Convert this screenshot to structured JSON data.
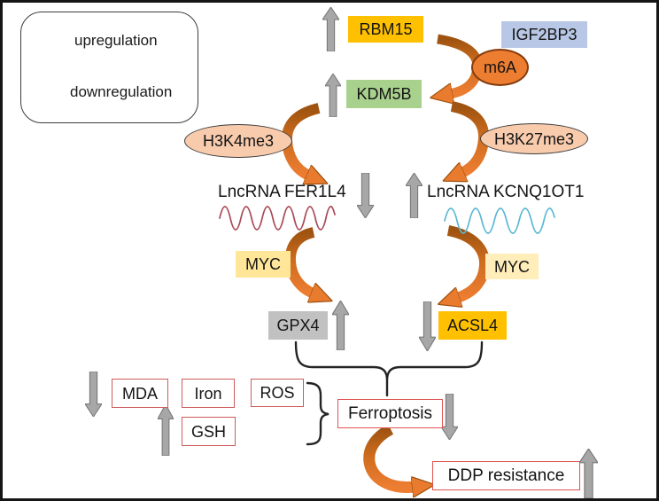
{
  "figure": {
    "description": "Molecular pathway diagram of lncRNA-mediated ferroptosis and DDP resistance"
  },
  "legend": {
    "up_label": "upregulation",
    "down_label": "downregulation"
  },
  "nodes": {
    "rbm15": "RBM15",
    "igf2bp3": "IGF2BP3",
    "m6a": "m6A",
    "kdm5b": "KDM5B",
    "h3k4me3": "H3K4me3",
    "h3k27me3": "H3K27me3",
    "lnc_fer1l4": "LncRNA FER1L4",
    "lnc_kcnq1ot1": "LncRNA KCNQ1OT1",
    "myc_left": "MYC",
    "myc_right": "MYC",
    "gpx4": "GPX4",
    "acsl4": "ACSL4",
    "mda": "MDA",
    "iron": "Iron",
    "ros": "ROS",
    "gsh": "GSH",
    "ferroptosis": "Ferroptosis",
    "ddp_resistance": "DDP resistance"
  },
  "colors": {
    "gold_box": "#ffc000",
    "blue_box": "#b8c7e5",
    "green_box": "#a9d18e",
    "orange_ellipse": "#ed7d31",
    "peach_ellipse": "#f8cbad",
    "yellow_box": "#ffe699",
    "pale_yellow_box": "#ffeeb9",
    "gray_box": "#c1c1c1",
    "red_border": "#cc5c5c",
    "gray_arrow": "#a7a7a7",
    "curved_arrow_orange": "#ed7d31",
    "red_wave": "#aa4a57",
    "teal_wave": "#5bb8d4"
  }
}
